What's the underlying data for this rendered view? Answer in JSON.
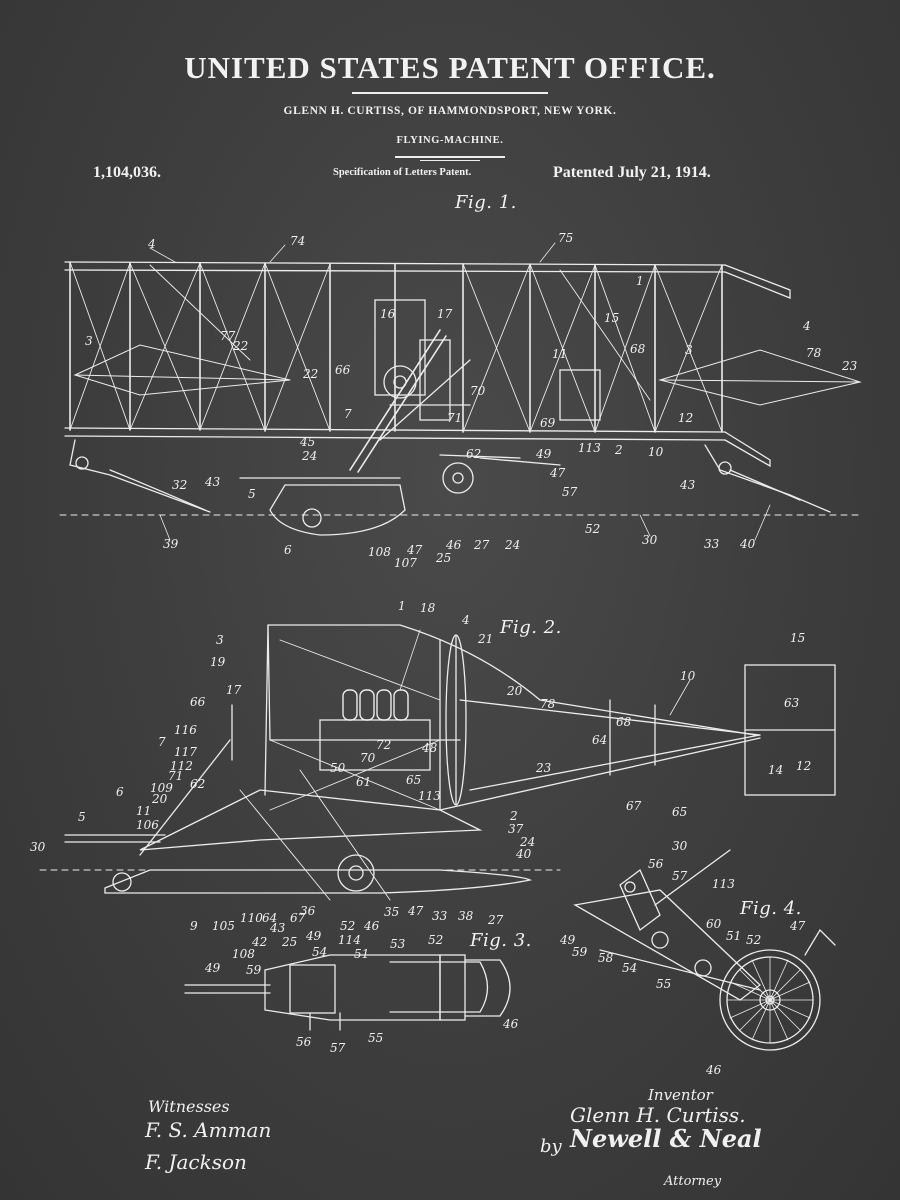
{
  "header": {
    "office_title": "UNITED STATES PATENT OFFICE.",
    "inventor_line": "GLENN H. CURTISS, OF HAMMONDSPORT, NEW YORK.",
    "subject": "FLYING-MACHINE.",
    "patent_number": "1,104,036.",
    "specification": "Specification of Letters Patent.",
    "patent_date": "Patented July 21, 1914."
  },
  "figures": {
    "fig1": "Fig. 1.",
    "fig2": "Fig. 2.",
    "fig3": "Fig. 3.",
    "fig4": "Fig. 4."
  },
  "fig1_labels": [
    "74",
    "75",
    "4",
    "1",
    "3",
    "3",
    "4",
    "78",
    "23",
    "16",
    "17",
    "15",
    "77",
    "22",
    "22",
    "66",
    "68",
    "11",
    "70",
    "7",
    "71",
    "12",
    "69",
    "10",
    "113",
    "2",
    "45",
    "24",
    "62",
    "49",
    "47",
    "43",
    "43",
    "5",
    "57",
    "32",
    "52",
    "39",
    "6",
    "30",
    "33",
    "40",
    "108",
    "47",
    "46",
    "27",
    "24",
    "107",
    "25"
  ],
  "fig2_labels": [
    "1",
    "18",
    "3",
    "4",
    "21",
    "15",
    "19",
    "20",
    "10",
    "66",
    "17",
    "78",
    "63",
    "68",
    "116",
    "7",
    "72",
    "48",
    "117",
    "70",
    "64",
    "23",
    "112",
    "50",
    "14",
    "12",
    "71",
    "61",
    "65",
    "62",
    "109",
    "30",
    "113",
    "67",
    "65",
    "11",
    "20",
    "2",
    "5",
    "6",
    "106",
    "37",
    "24",
    "40",
    "30",
    "9",
    "105",
    "110",
    "64",
    "43",
    "67",
    "36",
    "52",
    "46",
    "35",
    "47",
    "33",
    "38",
    "27",
    "108",
    "42",
    "25",
    "49",
    "54",
    "114"
  ],
  "fig3_labels": [
    "53",
    "52",
    "49",
    "59",
    "51",
    "46",
    "56",
    "57",
    "55"
  ],
  "fig4_labels": [
    "56",
    "57",
    "113",
    "60",
    "51",
    "52",
    "47",
    "49",
    "59",
    "58",
    "54",
    "55",
    "46"
  ],
  "signatures": {
    "witnesses_label": "Witnesses",
    "witness_1": "F. S. Amman",
    "witness_2": "F. Jackson",
    "inventor_label": "Inventor",
    "inventor_name": "Glenn H. Curtiss.",
    "by_prefix": "by",
    "attorney_signature": "Newell & Neal",
    "attorney_label": "Attorney"
  }
}
